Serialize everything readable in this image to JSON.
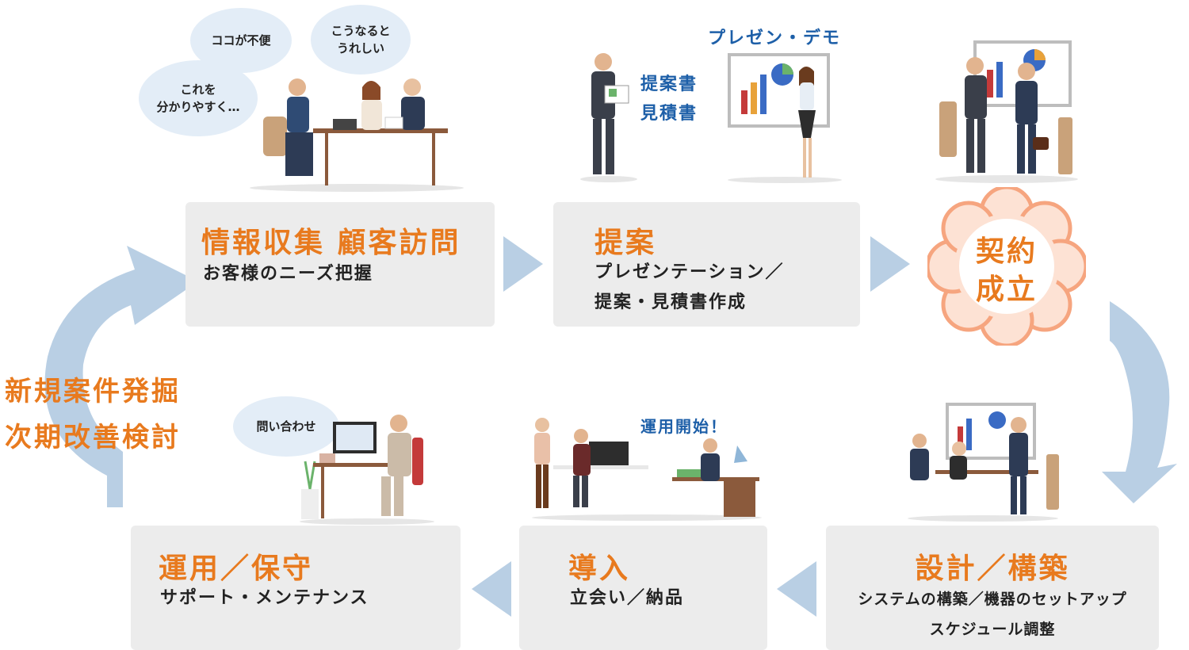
{
  "steps": {
    "info": {
      "title": "情報収集 顧客訪問",
      "sub": "お客様のニーズ把握"
    },
    "proposal": {
      "title": "提案",
      "sub1": "プレゼンテーション／",
      "sub2": "提案・見積書作成"
    },
    "contract": {
      "line1": "契約",
      "line2": "成立"
    },
    "design": {
      "title": "設計／構築",
      "sub1": "システムの構築／機器のセットアップ",
      "sub2": "スケジュール調整"
    },
    "intro": {
      "title": "導入",
      "sub": "立会い／納品"
    },
    "ops": {
      "title": "運用／保守",
      "sub": "サポート・メンテナンス"
    }
  },
  "side_text": {
    "line1": "新規案件発掘",
    "line2": "次期改善検討"
  },
  "bubbles": {
    "inconvenient": "ココが不便",
    "happy1": "こうなると",
    "happy2": "うれしい",
    "easy1": "これを",
    "easy2": "分かりやすく…",
    "inquiry": "問い合わせ"
  },
  "labels": {
    "demo": "プレゼン・デモ",
    "doc1": "提案書",
    "doc2": "見積書",
    "start": "運用開始！"
  },
  "colors": {
    "accent": "#e87a1e",
    "arrow": "#b9cfe4",
    "box": "#ececec",
    "blue_text": "#1d5fa8",
    "flower": "#f6a57f"
  }
}
